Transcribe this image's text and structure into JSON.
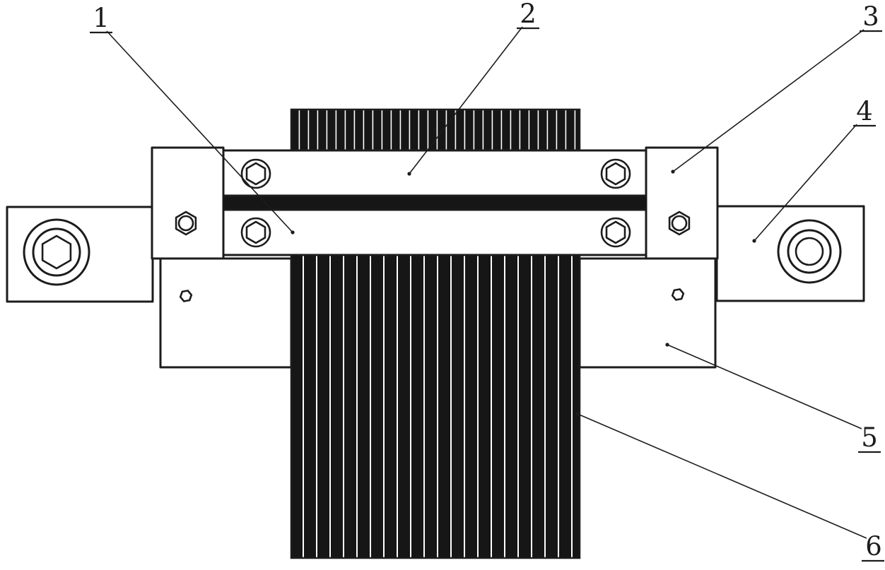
{
  "figure": {
    "colors": {
      "ink": "#1c1c1c",
      "paper": "#ffffff",
      "stack_fill": "#161616"
    },
    "labels": [
      {
        "text": "1"
      },
      {
        "text": "2"
      },
      {
        "text": "3"
      },
      {
        "text": "4"
      },
      {
        "text": "5"
      },
      {
        "text": "6"
      }
    ]
  }
}
